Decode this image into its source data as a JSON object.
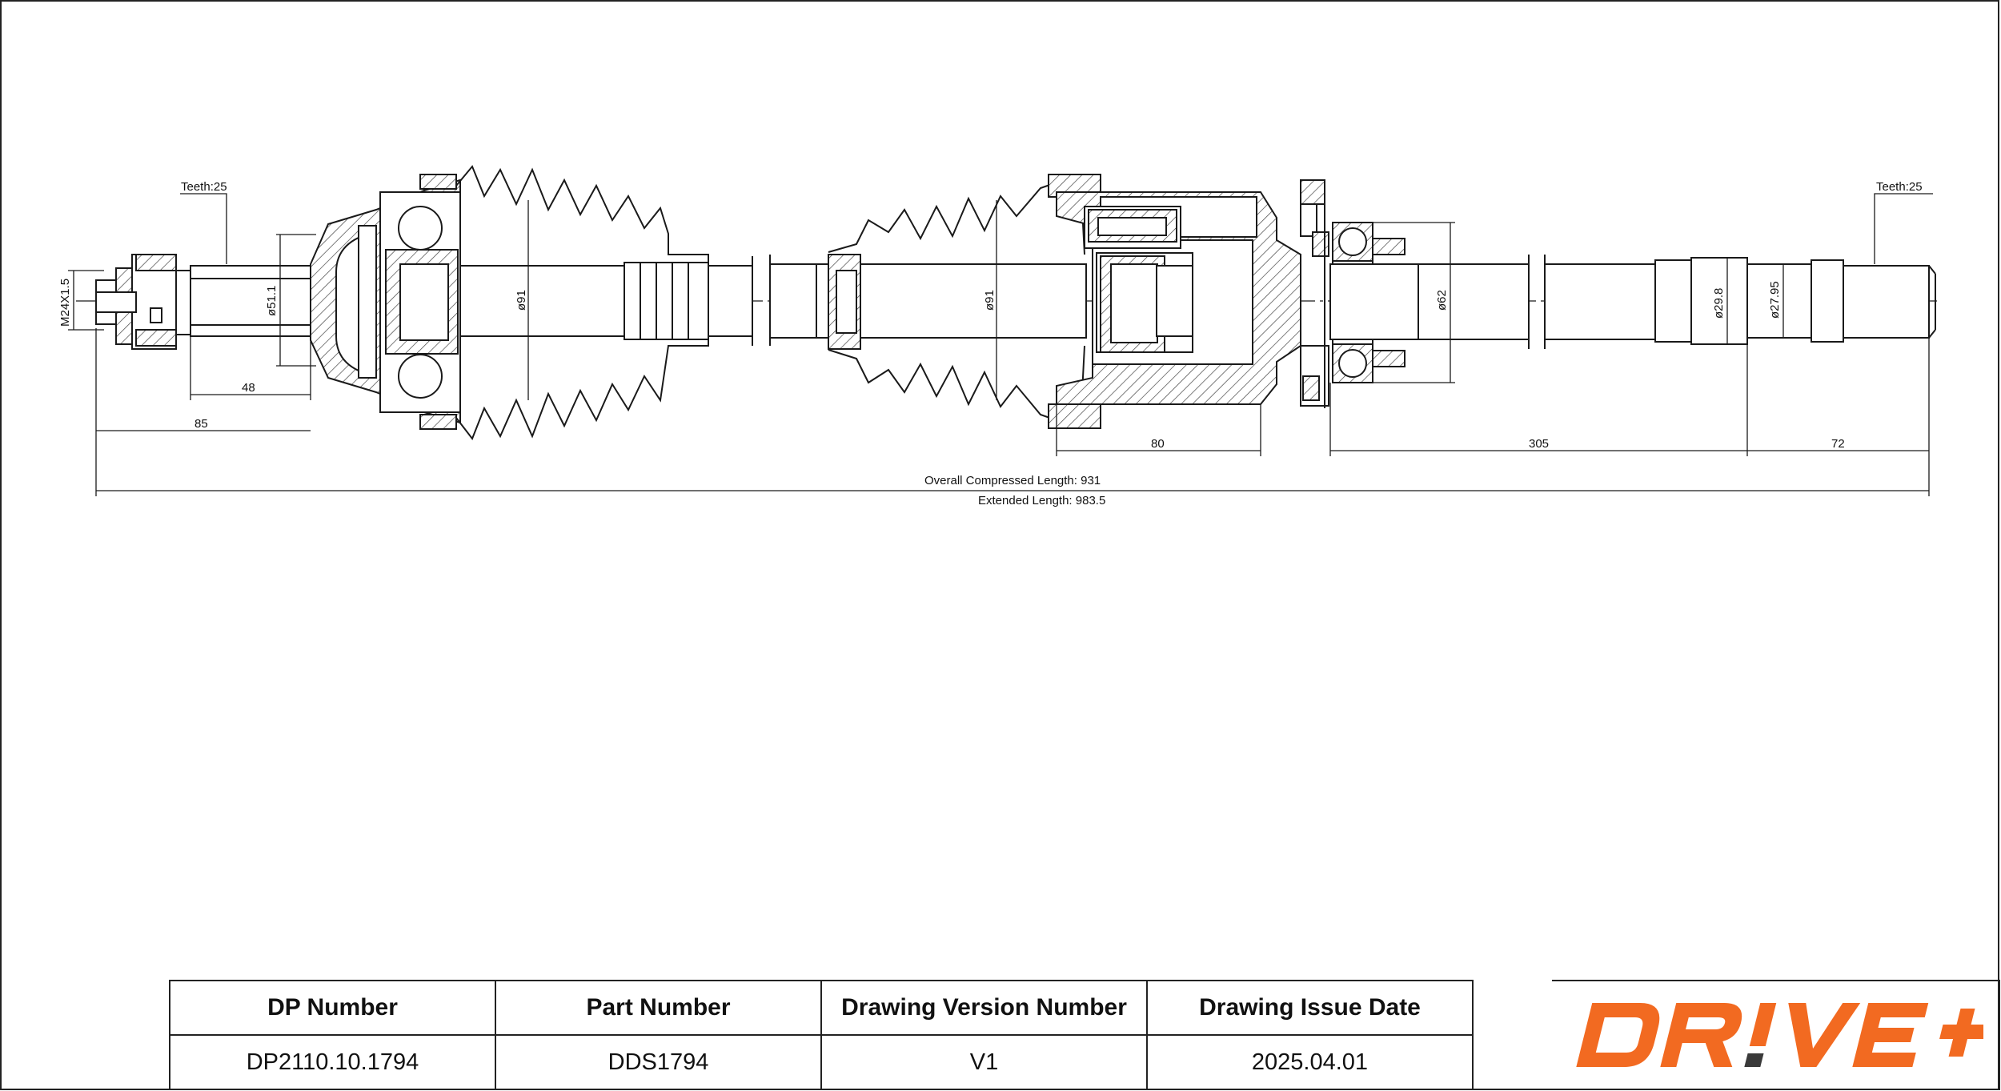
{
  "drawing": {
    "teeth_left": "Teeth:25",
    "teeth_right": "Teeth:25",
    "thread": "M24X1.5",
    "dia_51_1": "ø51.1",
    "dia_91_left": "ø91",
    "dia_91_right": "ø91",
    "dia_62": "ø62",
    "dia_29_8": "ø29.8",
    "dia_27_95": "ø27.95",
    "dim_48": "48",
    "dim_85": "85",
    "dim_80": "80",
    "dim_305": "305",
    "dim_72": "72",
    "overall": "Overall  Compressed  Length: 931",
    "extended": "Extended  Length: 983.5"
  },
  "title_block": {
    "headers": [
      "DP Number",
      "Part Number",
      "Drawing Version Number",
      "Drawing Issue Date"
    ],
    "values": [
      "DP2110.10.1794",
      "DDS1794",
      "V1",
      "2025.04.01"
    ],
    "logo_text": "DR!VE+",
    "logo_color": "#f26a21",
    "logo_dark": "#3a3a3a"
  }
}
